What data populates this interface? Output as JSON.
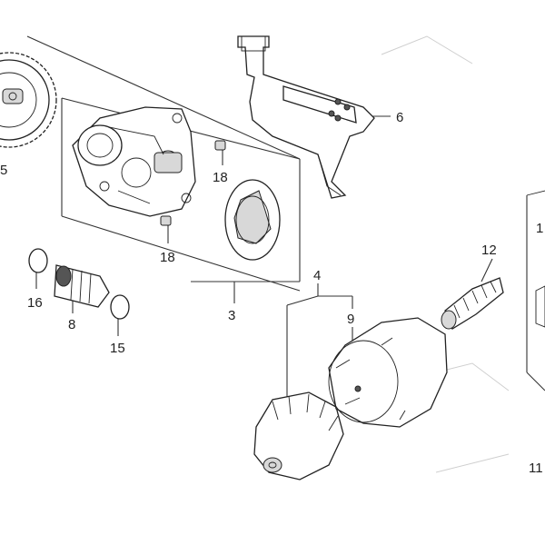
{
  "callouts": {
    "gear": "5",
    "pin_upper": "18",
    "pin_lower": "18",
    "strainer": "6",
    "pump_assembly": "3",
    "oring_left": "16",
    "relief_valve": "8",
    "oring_right": "15",
    "filter_wrench": "4",
    "oil_filter": "9",
    "bolt": "12",
    "right_edge_top": "1",
    "right_edge_bottom": "11"
  }
}
